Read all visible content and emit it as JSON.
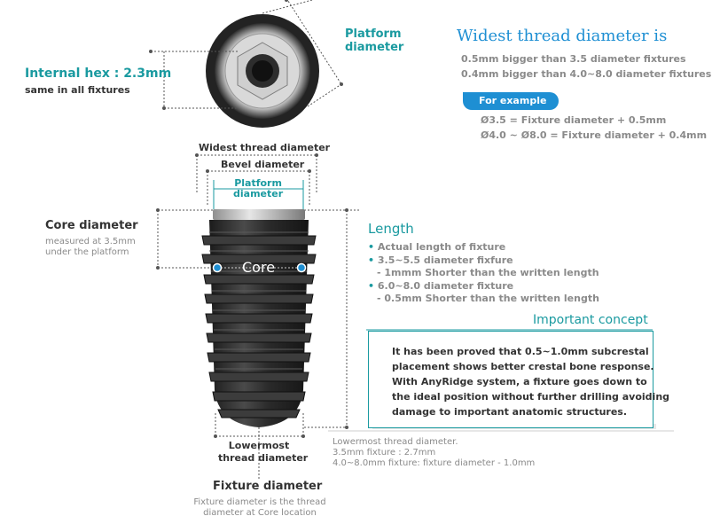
{
  "top": {
    "platform_diameter_line1": "Platform",
    "platform_diameter_line2": "diameter",
    "internal_hex": "Internal hex : 2.3mm",
    "internal_hex_note": "same in all fixtures"
  },
  "widest": {
    "title": "Widest thread diameter is",
    "line1": "0.5mm bigger than 3.5 diameter fixtures",
    "line2": "0.4mm bigger than 4.0~8.0 diameter fixtures",
    "example_label": "For example",
    "example1": "Ø3.5 = Fixture diameter + 0.5mm",
    "example2": "Ø4.0 ~ Ø8.0 = Fixture diameter + 0.4mm"
  },
  "dims": {
    "widest_thread": "Widest thread diameter",
    "bevel": "Bevel diameter",
    "platform_line1": "Platform",
    "platform_line2": "diameter",
    "core_label": "Core"
  },
  "core": {
    "title": "Core diameter",
    "note1": "measured at 3.5mm",
    "note2": "under  the platform"
  },
  "length": {
    "title": "Length",
    "bullet1": "Actual length of fixture",
    "bullet2": "3.5~5.5 diameter fixfure",
    "bullet2_sub": "- 1mmm Shorter than the written length",
    "bullet3": "6.0~8.0 diameter fixture",
    "bullet3_sub": "- 0.5mm Shorter than the written length"
  },
  "concept": {
    "title": "Important concept",
    "line1": "It has been proved that 0.5~1.0mm subcrestal",
    "line2": "placement shows better crestal bone response.",
    "line3": "With AnyRidge system, a fixture goes down to",
    "line4": "the ideal position without further drilling avoiding",
    "line5": "damage to important anatomic structures."
  },
  "lowermost": {
    "label_line1": "Lowermost",
    "label_line2": "thread diameter",
    "note_title": "Lowermost thread diameter.",
    "note_line1": "3.5mm fixture : 2.7mm",
    "note_line2": "4.0~8.0mm fixture: fixture diameter - 1.0mm"
  },
  "fixture": {
    "title": "Fixture diameter",
    "note1": "Fixture diameter is the thread",
    "note2": "diameter at Core location"
  },
  "colors": {
    "teal": "#1a9aa0",
    "blue": "#1e8fd3",
    "implant": "#2c2c2c"
  }
}
